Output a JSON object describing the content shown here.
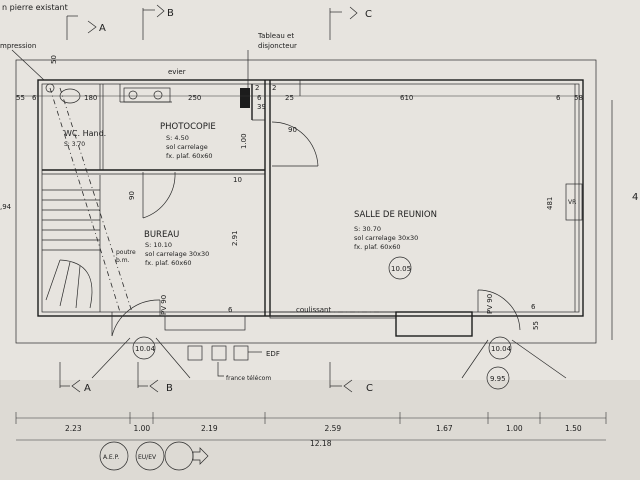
{
  "top_note": "n pierre existant",
  "section_labels": {
    "a": "A",
    "b": "B",
    "c": "C"
  },
  "fixtures": {
    "impression": "mpression",
    "evier": "evier",
    "tableau": "Tableau et",
    "disjoncteur": "disjoncteur",
    "poutre": "poutre",
    "bm": "b.m.",
    "coulissant": "coulissant",
    "vr": "VR",
    "edf": "EDF",
    "france_telecom": "france télécom"
  },
  "rooms": {
    "wc": {
      "name": "WC. Hand.",
      "surface": "S: 3.70"
    },
    "photocopie": {
      "name": "PHOTOCOPIE",
      "surface": "S: 4.50",
      "floor": "sol carrelage",
      "ceiling": "fx. plaf. 60x60"
    },
    "bureau": {
      "name": "BUREAU",
      "surface": "S: 10.10",
      "floor": "sol carrelage 30x30",
      "ceiling": "fx. plaf. 60x60"
    },
    "salle": {
      "name": "SALLE DE REUNION",
      "surface": "S: 30.70",
      "floor": "sol carrelage 30x30",
      "ceiling": "fx. plaf. 60x60"
    }
  },
  "levels": {
    "salle": "10.05",
    "entry_left": "10.04",
    "entry_right": "10.04",
    "outside": "9.95"
  },
  "interior_dims": {
    "d55": "55",
    "d6a": "6",
    "d180": "180",
    "d250": "250",
    "d6b": "6",
    "d25": "25",
    "d610": "610",
    "d6c": "6",
    "d58": "58",
    "d50": "50",
    "d39": "39",
    "d90a": "90",
    "d100": "1.00",
    "d10": "10",
    "d90b": "90",
    "d231": "2.91",
    "d481": "481",
    "d94": ",94",
    "d6d": "6",
    "d6e": "6",
    "pv90a": "PV 90",
    "pv90b": "PV 90",
    "d55b": "55",
    "d2a": "2",
    "d2b": "2"
  },
  "bottom_dims": {
    "segments": [
      "2.23",
      "1.00",
      "2.19",
      "2.59",
      "1.67",
      "1.00",
      "1.50"
    ],
    "total": "12.18"
  },
  "circles": {
    "aep": "A.E.P.",
    "euev": "EU/EV"
  },
  "right_edge": "4"
}
